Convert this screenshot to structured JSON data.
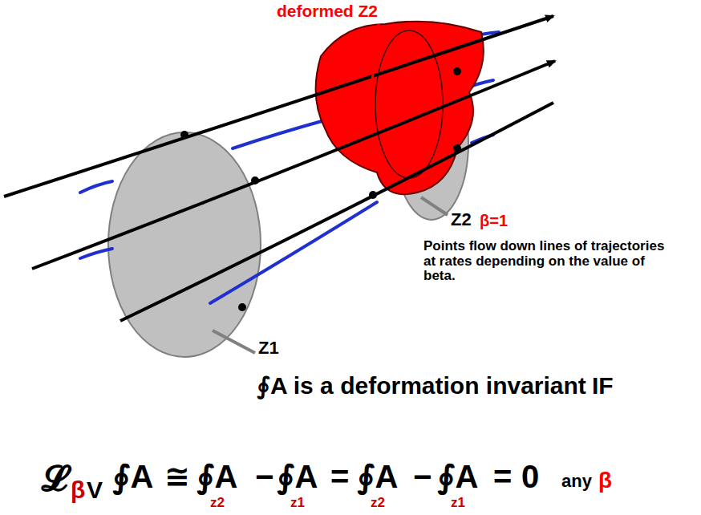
{
  "diagram": {
    "labels": [
      "deformed Z2",
      "Z2",
      "β=1",
      "Points flow down lines of trajectories at rates depending on the value of beta.",
      "Z1",
      "∮A is a deformation invariant",
      "IF",
      "𝓛",
      "β",
      "V",
      "∮A",
      "≅",
      "∮A",
      "z2",
      "−",
      "∮A",
      "z1",
      "=",
      "∮A",
      "z2",
      "−",
      "∮A",
      "z1",
      "=",
      "0",
      "any",
      "β"
    ]
  }
}
